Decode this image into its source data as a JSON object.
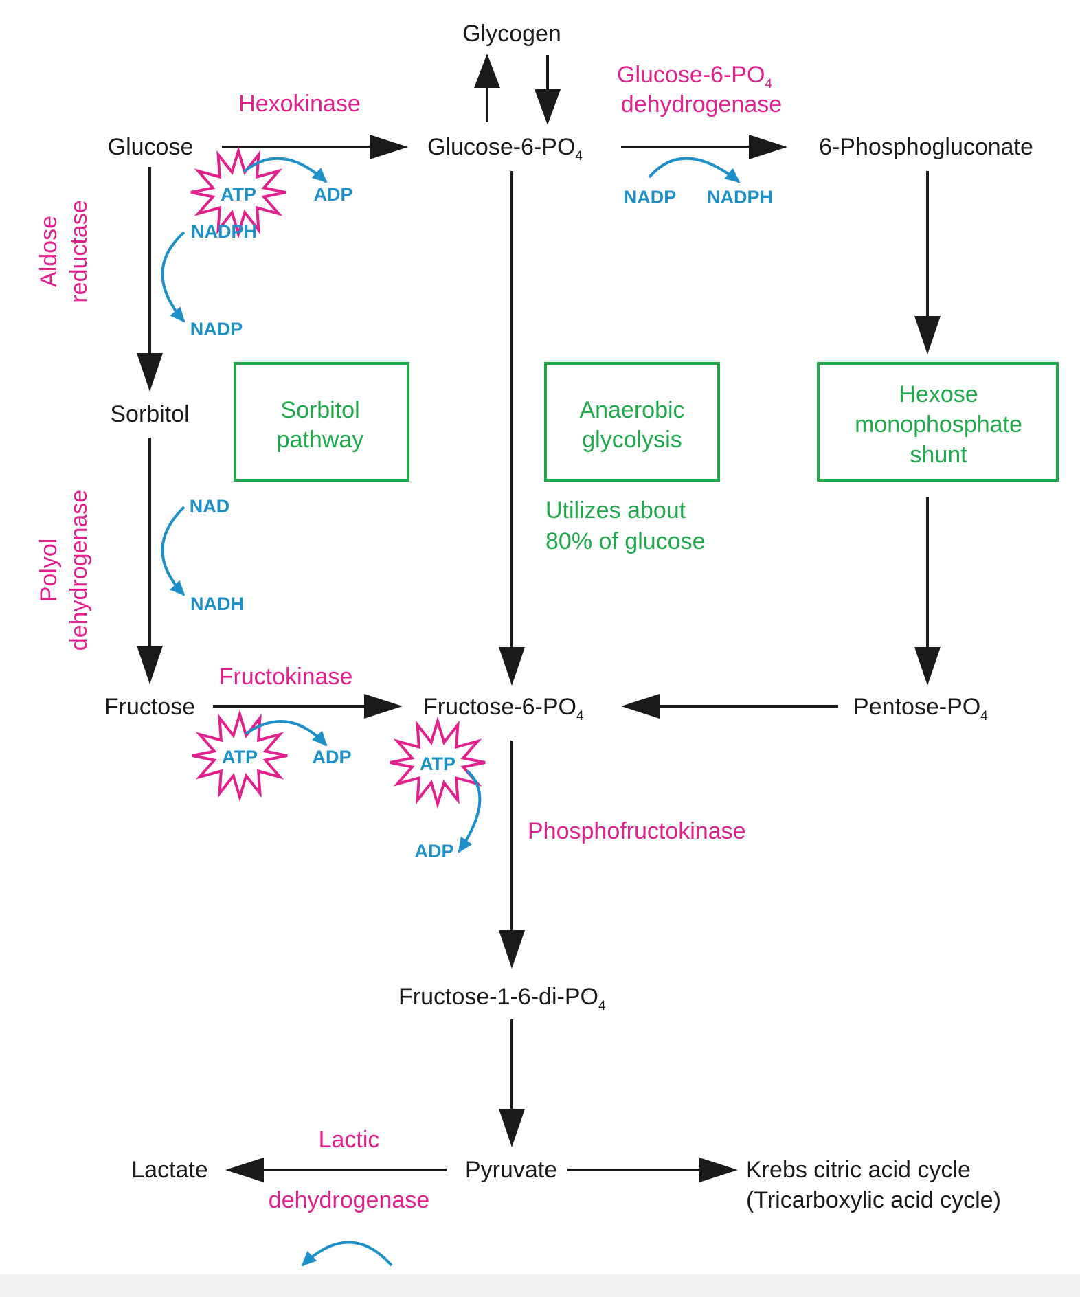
{
  "metabolites": {
    "glycogen": "Glycogen",
    "glucose": "Glucose",
    "glucose_6_po": "Glucose-6-PO",
    "phosphogluconate": "6-Phosphogluconate",
    "sorbitol": "Sorbitol",
    "fructose": "Fructose",
    "fructose_6_po": "Fructose-6-PO",
    "pentose_po": "Pentose-PO",
    "fructose_1_6_di_po": "Fructose-1-6-di-PO",
    "pyruvate": "Pyruvate",
    "lactate": "Lactate",
    "krebs_line1": "Krebs citric acid cycle",
    "krebs_line2": "(Tricarboxylic acid cycle)",
    "subscript": "4"
  },
  "enzymes": {
    "hexokinase": "Hexokinase",
    "g6pd_line1": "Glucose-6-PO",
    "g6pd_line2": "dehydrogenase",
    "aldose_line1": "Aldose",
    "aldose_line2": "reductase",
    "polyol_line1": "Polyol",
    "polyol_line2": "dehydrogenase",
    "fructokinase": "Fructokinase",
    "phosphofructokinase": "Phosphofructokinase",
    "ldh_line1": "Lactic",
    "ldh_line2": "dehydrogenase"
  },
  "cofactors": {
    "atp": "ATP",
    "adp": "ADP",
    "nadp": "NADP",
    "nadph": "NADPH",
    "nad": "NAD",
    "nadh": "NADH"
  },
  "pathways": {
    "sorbitol_line1": "Sorbitol",
    "sorbitol_line2": "pathway",
    "anaerobic_line1": "Anaerobic",
    "anaerobic_line2": "glycolysis",
    "hmp_line1": "Hexose",
    "hmp_line2": "monophosphate",
    "hmp_line3": "shunt",
    "note_line1": "Utilizes about",
    "note_line2": "80% of glucose"
  },
  "colors": {
    "metabolite": "#1a1a1a",
    "enzyme": "#e0208c",
    "cofactor": "#1e90c8",
    "pathway": "#1fa84a"
  }
}
